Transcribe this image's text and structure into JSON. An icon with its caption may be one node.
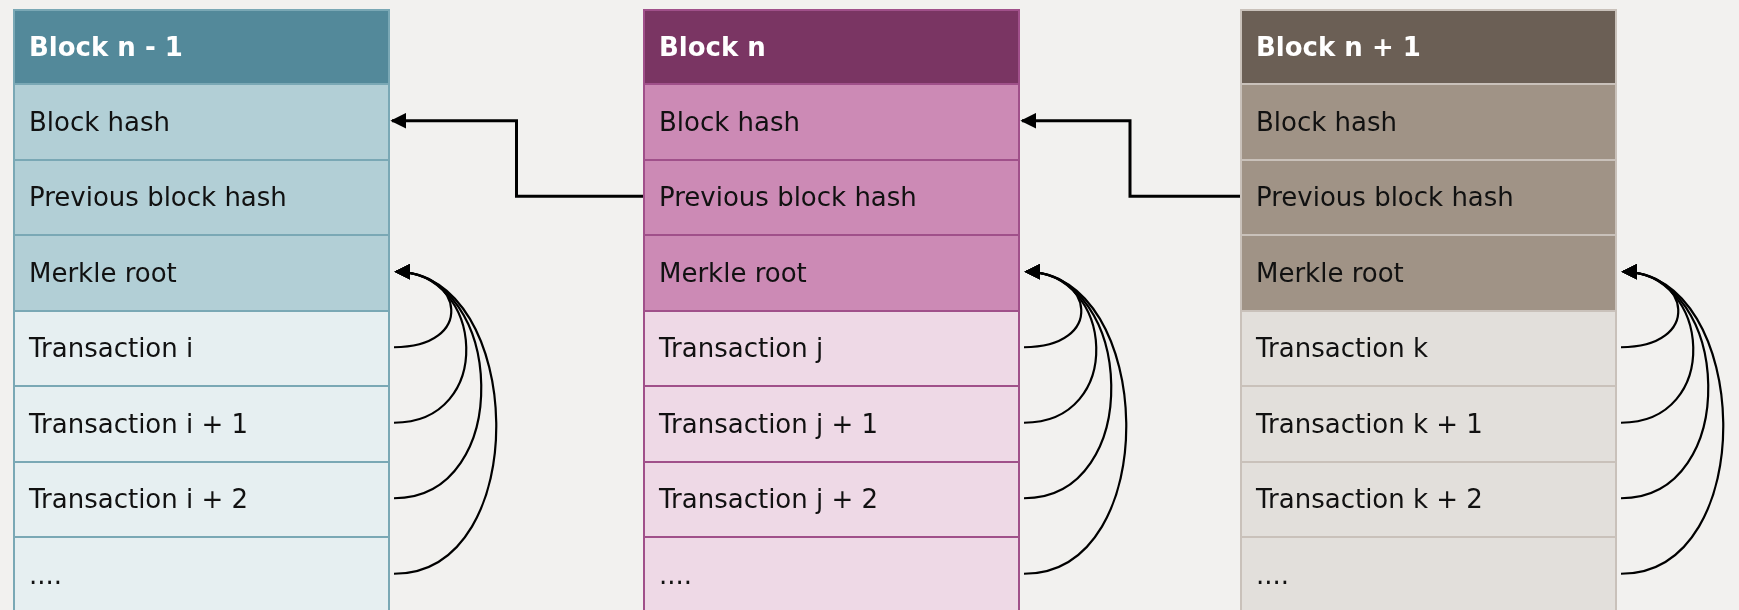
{
  "diagram": {
    "nodes": [
      {
        "text": [
          "Block n - 1"
        ]
      },
      {
        "text": [
          "Block hash"
        ],
        "in": 0
      },
      {
        "text": [
          "Previous block hash"
        ],
        "in": 0
      },
      {
        "text": [
          "Merkle root"
        ],
        "in": 0
      },
      {
        "text": [
          "Transaction i"
        ],
        "in": 0
      },
      {
        "text": [
          "Transaction i + 1"
        ],
        "in": 0
      },
      {
        "text": [
          "Transaction i + 2"
        ],
        "in": 0
      },
      {
        "text": [
          "...."
        ],
        "in": 0
      },
      {
        "text": [
          "Block n"
        ]
      },
      {
        "text": [
          "Block hash"
        ],
        "in": 8
      },
      {
        "text": [
          "Previous block hash"
        ],
        "in": 8
      },
      {
        "text": [
          "Merkle root"
        ],
        "in": 8
      },
      {
        "text": [
          "Transaction j"
        ],
        "in": 8
      },
      {
        "text": [
          "Transaction j + 1"
        ],
        "in": 8
      },
      {
        "text": [
          "Transaction j + 2"
        ],
        "in": 8
      },
      {
        "text": [
          "...."
        ],
        "in": 8
      },
      {
        "text": [
          "Block n + 1"
        ]
      },
      {
        "text": [
          "Block hash"
        ],
        "in": 16
      },
      {
        "text": [
          "Previous block hash"
        ],
        "in": 16
      },
      {
        "text": [
          "Merkle root"
        ],
        "in": 16
      },
      {
        "text": [
          "Transaction k"
        ],
        "in": 16
      },
      {
        "text": [
          "Transaction k + 1"
        ],
        "in": 16
      },
      {
        "text": [
          "Transaction k + 2"
        ],
        "in": 16
      },
      {
        "text": [
          "...."
        ],
        "in": 16
      }
    ],
    "edges": [
      {
        "from": 10,
        "to": 1,
        "arrow": "to"
      },
      {
        "from": 18,
        "to": 9,
        "arrow": "to"
      },
      {
        "from": 4,
        "to": 3,
        "arrow": "to"
      },
      {
        "from": 5,
        "to": 3,
        "arrow": "to"
      },
      {
        "from": 6,
        "to": 3,
        "arrow": "to"
      },
      {
        "from": 7,
        "to": 3,
        "arrow": "to"
      },
      {
        "from": 12,
        "to": 11,
        "arrow": "to"
      },
      {
        "from": 13,
        "to": 11,
        "arrow": "to"
      },
      {
        "from": 14,
        "to": 11,
        "arrow": "to"
      },
      {
        "from": 15,
        "to": 11,
        "arrow": "to"
      },
      {
        "from": 20,
        "to": 19,
        "arrow": "to"
      },
      {
        "from": 21,
        "to": 19,
        "arrow": "to"
      },
      {
        "from": 22,
        "to": 19,
        "arrow": "to"
      },
      {
        "from": 23,
        "to": 19,
        "arrow": "to"
      }
    ]
  }
}
